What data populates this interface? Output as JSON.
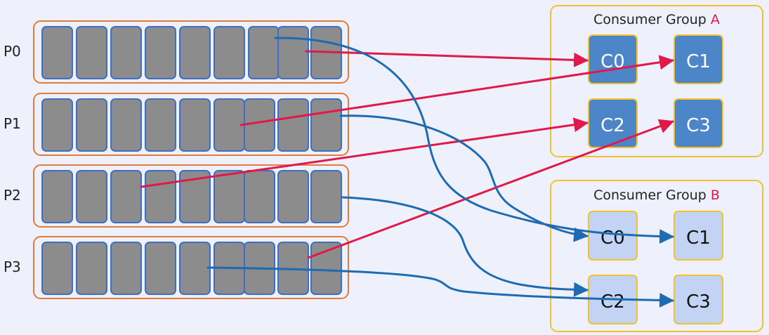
{
  "partitions": [
    {
      "label": "P0"
    },
    {
      "label": "P1"
    },
    {
      "label": "P2"
    },
    {
      "label": "P3"
    }
  ],
  "groups": [
    {
      "title_prefix": "Consumer Group ",
      "title_letter": "A",
      "consumers": [
        "C0",
        "C1",
        "C2",
        "C3"
      ]
    },
    {
      "title_prefix": "Consumer Group ",
      "title_letter": "B",
      "consumers": [
        "C0",
        "C1",
        "C2",
        "C3"
      ]
    }
  ],
  "assignments": [
    {
      "from": "P0",
      "to": "A.C0"
    },
    {
      "from": "P1",
      "to": "A.C1"
    },
    {
      "from": "P2",
      "to": "A.C2"
    },
    {
      "from": "P3",
      "to": "A.C3"
    },
    {
      "from": "P0",
      "to": "B.C1"
    },
    {
      "from": "P1",
      "to": "B.C0"
    },
    {
      "from": "P2",
      "to": "B.C2"
    },
    {
      "from": "P3",
      "to": "B.C3"
    }
  ],
  "colors": {
    "background": "#eef1fb",
    "partition_border": "#e07b39",
    "message_fill": "#8c8c8c",
    "message_border": "#3d6fc4",
    "group_border": "#f2c12e",
    "group_a_consumer_fill": "#4d86c8",
    "group_a_consumer_text": "#ffffff",
    "group_b_consumer_fill": "#c3d3f3",
    "group_b_consumer_text": "#111111",
    "group_letter": "#e0194a",
    "arrow_group_a": "#e0194a",
    "arrow_group_b": "#1c6bb3"
  }
}
